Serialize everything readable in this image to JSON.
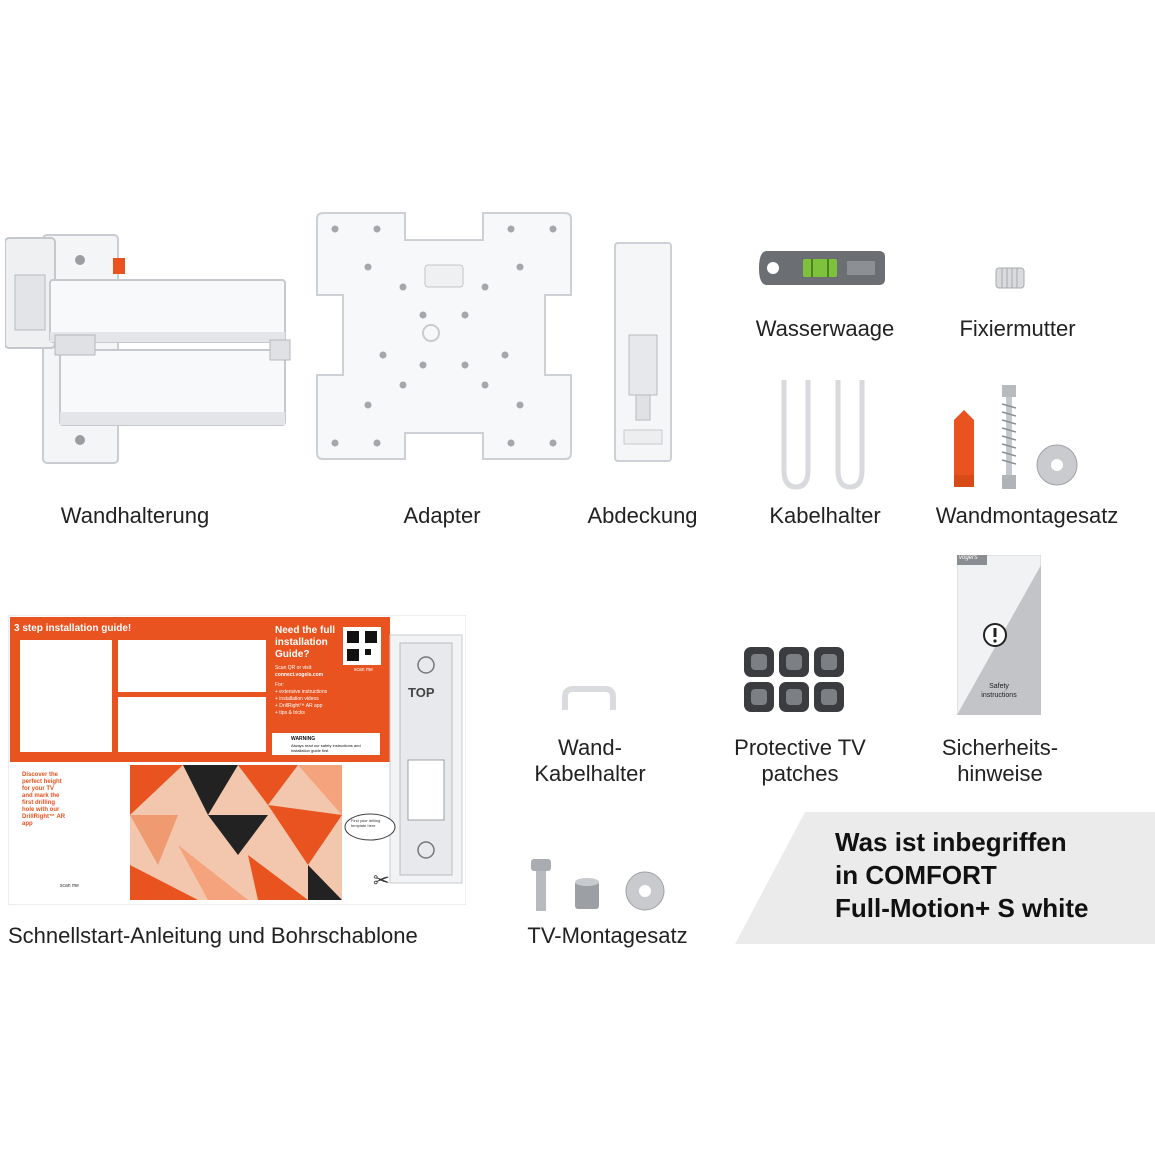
{
  "items": {
    "wall_mount": "Wandhalterung",
    "adapter": "Adapter",
    "cover": "Abdeckung",
    "spirit_level": "Wasserwaage",
    "lock_nut": "Fixiermutter",
    "cable_holder": "Kabelhalter",
    "wall_mount_kit": "Wandmontagesatz",
    "wall_cable_holder_line1": "Wand-",
    "wall_cable_holder_line2": "Kabelhalter",
    "tv_patches_line1": "Protective TV",
    "tv_patches_line2": "patches",
    "safety_line1": "Sicherheits-",
    "safety_line2": "hinweise",
    "quickstart": "Schnellstart-Anleitung und Bohrschablone",
    "tv_mount_kit": "TV-Montagesatz"
  },
  "panel": {
    "line1": "Was ist inbegriffen",
    "line2": "in COMFORT",
    "line3": "Full-Motion+ S white"
  },
  "guide": {
    "heading": "3 step installation guide!",
    "need_line1": "Need the full",
    "need_line2": "installation",
    "need_line3": "Guide?",
    "scan_text": "Scan QR or visit:",
    "url": "connect.vogels.com",
    "for_text": "For:",
    "bullets": [
      "+ extensive instructions",
      "+ installation videos",
      "+ DrillRight™ AR app",
      "+ tips & tricks"
    ],
    "scan_me": "scan me",
    "warning_title": "WARNING",
    "warning_text": "Always read our safety instructions and installation guide first",
    "discover_lines": [
      "Discover the",
      "perfect height",
      "for your TV",
      "and mark the",
      "first drilling",
      "hole with our",
      "DrillRight™ AR",
      "app"
    ],
    "top_label": "TOP",
    "find_drilling": "Find your drilling template here"
  },
  "brand": "vogel's",
  "safety_doc_label_line1": "Safety",
  "safety_doc_label_line2": "instructions",
  "colors": {
    "accent_orange": "#e8531f",
    "panel_gray": "#ebebeb",
    "level_gray": "#6b6e72",
    "level_green": "#7ec23c"
  }
}
